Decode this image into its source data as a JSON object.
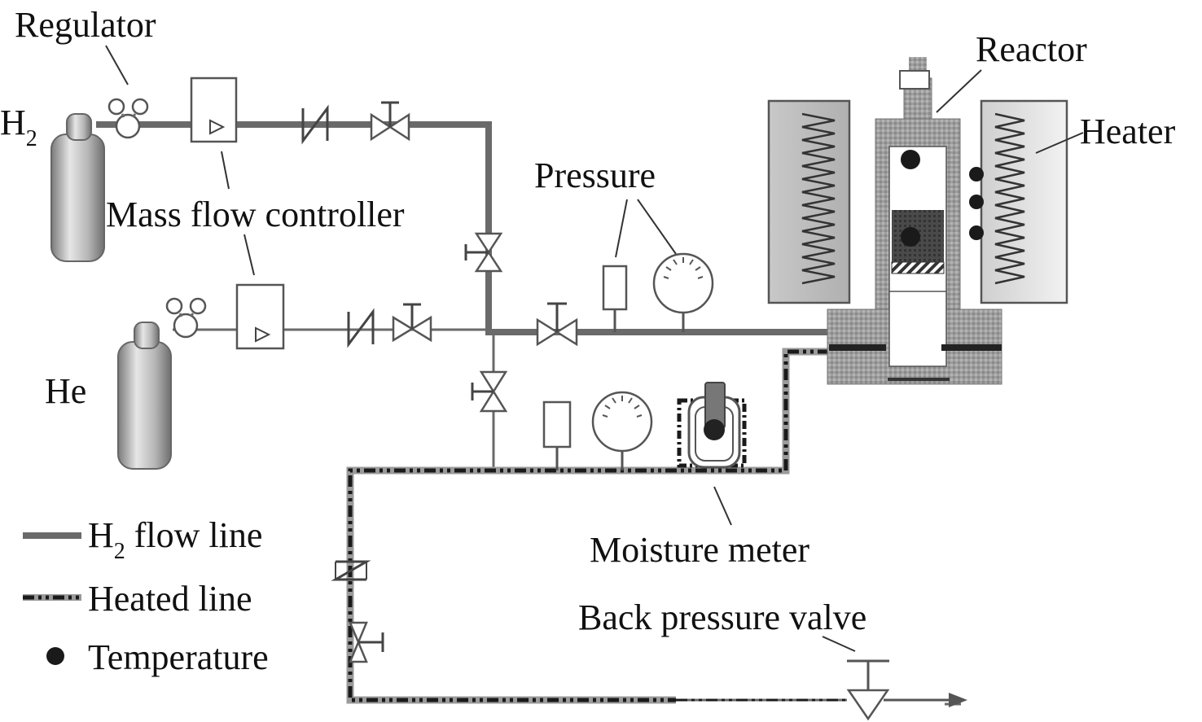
{
  "labels": {
    "regulator": "Regulator",
    "h2_main": "H",
    "h2_sub": "2",
    "mass_flow_controller": "Mass flow controller",
    "pressure": "Pressure",
    "reactor": "Reactor",
    "heater": "Heater",
    "he": "He",
    "moisture_meter": "Moisture meter",
    "back_pressure_valve": "Back pressure valve"
  },
  "legend": {
    "h2_main": "H",
    "h2_sub": "2",
    "h2_rest": " flow line",
    "heated_line": "Heated line",
    "temperature": "Temperature"
  }
}
